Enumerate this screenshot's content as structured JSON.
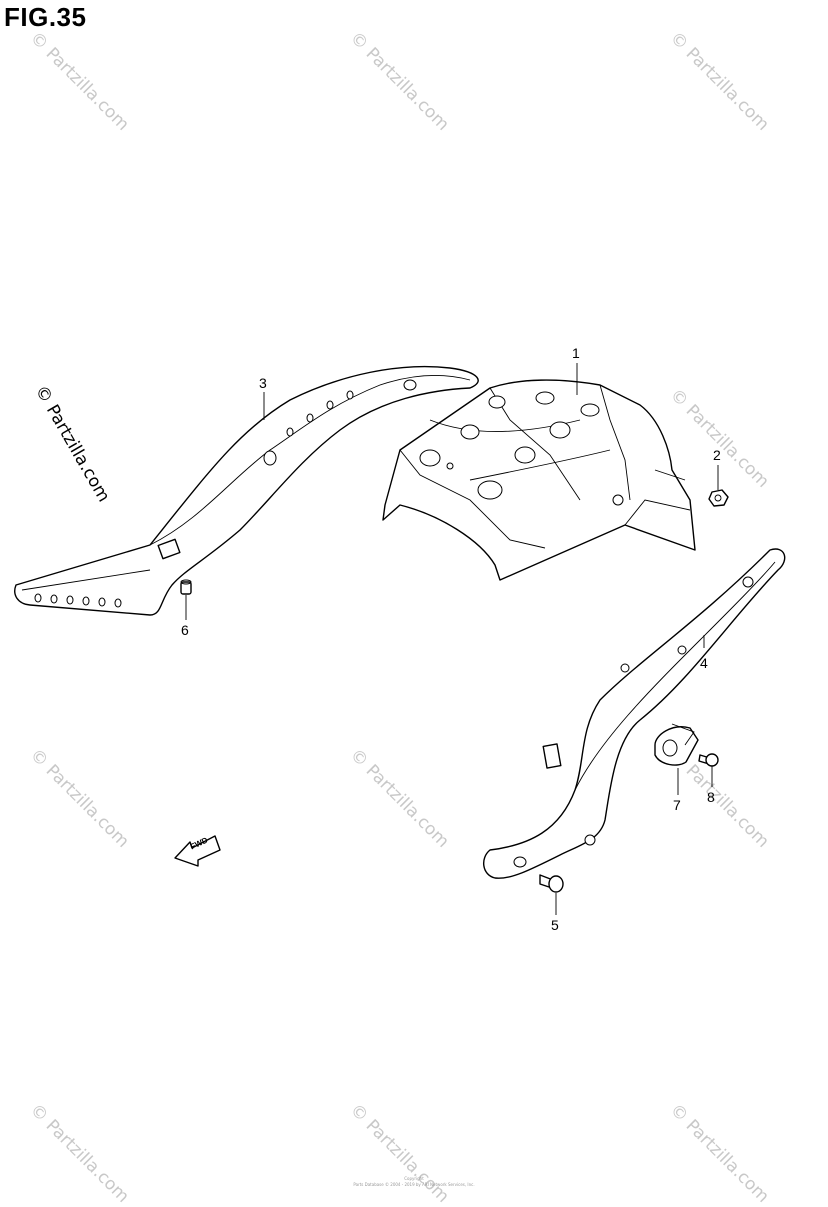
{
  "figure": {
    "title": "FIG.35"
  },
  "watermark": {
    "text": "© Partzilla.com"
  },
  "callouts": {
    "part1": "1",
    "part2": "2",
    "part3": "3",
    "part4": "4",
    "part5": "5",
    "part6": "6",
    "part7": "7",
    "part8": "8"
  },
  "fwd_arrow": {
    "label": "FWD"
  },
  "footer": {
    "line1": "Copyright",
    "line2": "Parts Database © 2004 - 2019 by ARI Network Services, Inc."
  },
  "colors": {
    "line": "#000000",
    "watermark": "#c8c8c8",
    "background": "#ffffff"
  }
}
